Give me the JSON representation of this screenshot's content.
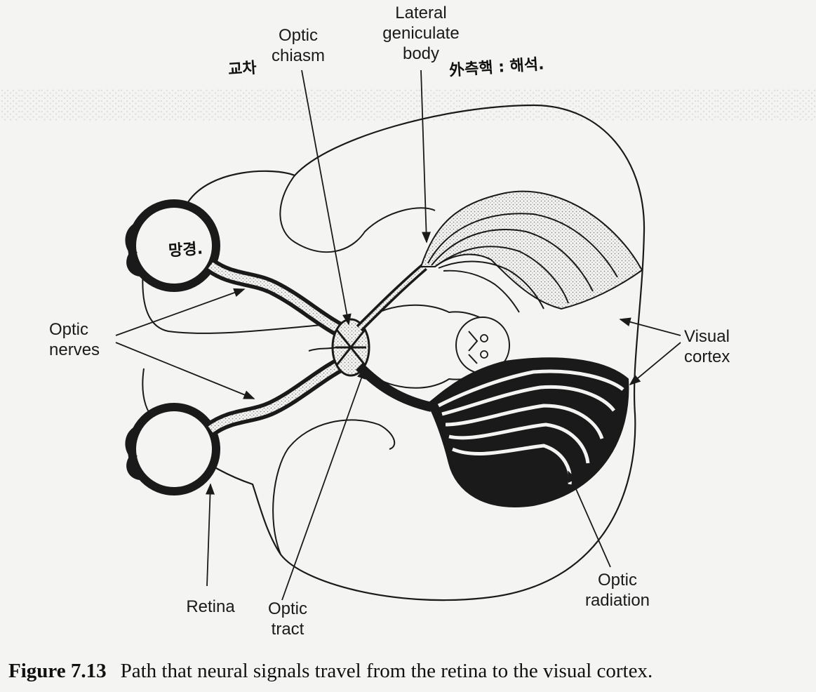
{
  "labels": {
    "optic_chiasm": "Optic\nchiasm",
    "lateral_geniculate_body": "Lateral\ngeniculate\nbody",
    "optic_nerves": "Optic\nnerves",
    "visual_cortex": "Visual\ncortex",
    "retina": "Retina",
    "optic_tract": "Optic\ntract",
    "optic_radiation": "Optic\nradiation"
  },
  "handwritten": {
    "chiasm_note": "교차",
    "lgb_note": "外측핵 : 해석.",
    "eye_note": "망경."
  },
  "caption": {
    "number": "Figure 7.13",
    "text": "Path that neural signals travel from the retina to the visual cortex."
  },
  "colors": {
    "ink": "#1a1a1a",
    "paper": "#f4f4f2",
    "stipple": "#b9b9b9"
  }
}
